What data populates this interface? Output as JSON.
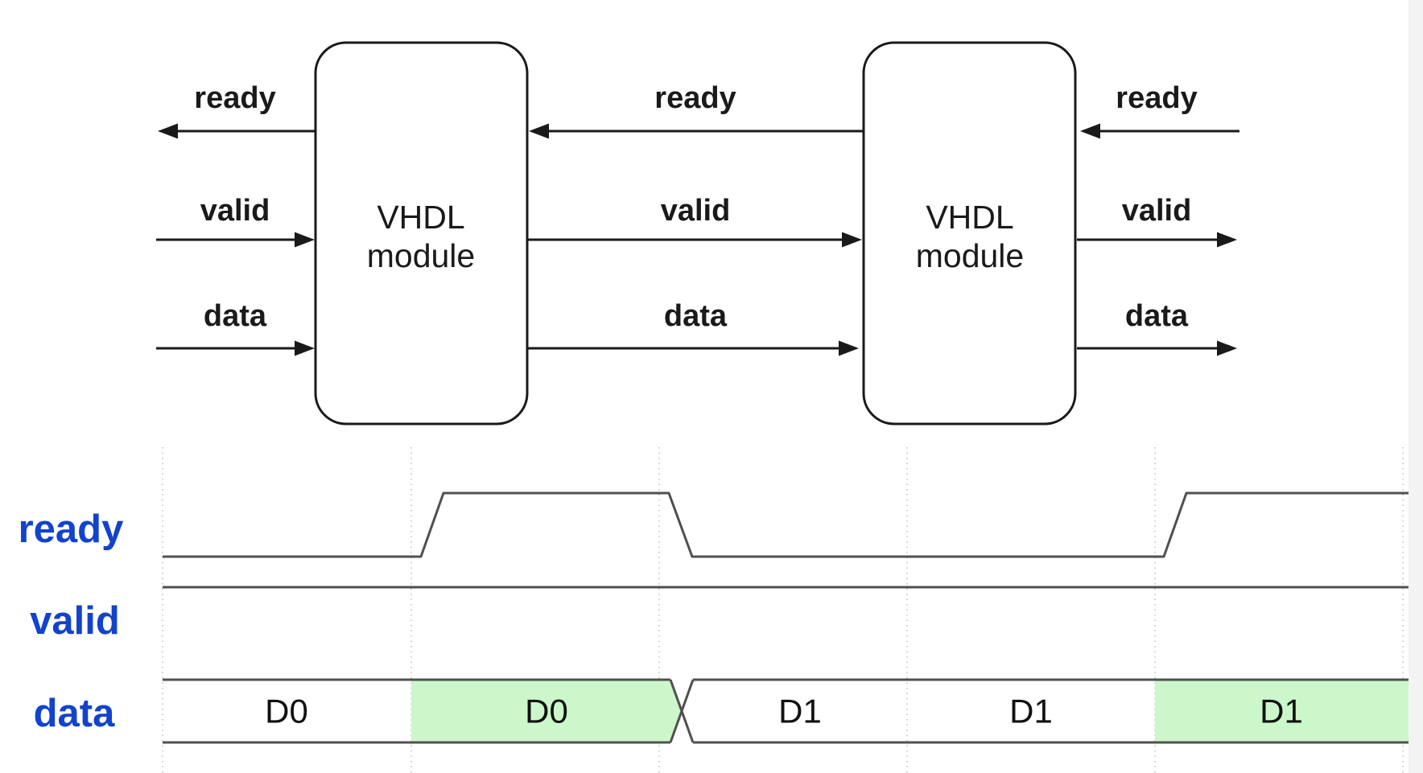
{
  "colors": {
    "background": "#ffffff",
    "right_gutter": "#f3f3f3",
    "diagram_stroke": "#1a1a1a",
    "waveform_stroke": "#505050",
    "gridline": "#c2c2c2",
    "highlight_green": "#ccf7cb",
    "label_blue": "#1243cd",
    "text_black": "#111111"
  },
  "block_diagram": {
    "module1": {
      "line1": "VHDL",
      "line2": "module"
    },
    "module2": {
      "line1": "VHDL",
      "line2": "module"
    },
    "left": {
      "ready": "ready",
      "valid": "valid",
      "data": "data"
    },
    "middle": {
      "ready": "ready",
      "valid": "valid",
      "data": "data"
    },
    "right": {
      "ready": "ready",
      "valid": "valid",
      "data": "data"
    },
    "arrow_directions": {
      "ready": "right-to-left",
      "valid": "left-to-right",
      "data": "left-to-right"
    }
  },
  "timing_diagram": {
    "rows": {
      "ready": "ready",
      "valid": "valid",
      "data": "data"
    },
    "cells": [
      {
        "label": "D0",
        "highlighted": false
      },
      {
        "label": "D0",
        "highlighted": true
      },
      {
        "label": "D1",
        "highlighted": false
      },
      {
        "label": "D1",
        "highlighted": false
      },
      {
        "label": "D1",
        "highlighted": true
      }
    ],
    "semantics": {
      "time_slots": 5,
      "ready_wave": [
        {
          "slot": 0,
          "level": "low"
        },
        {
          "slot": 1,
          "level": "high"
        },
        {
          "slot": 2,
          "level": "low"
        },
        {
          "slot": 3,
          "level": "low"
        },
        {
          "slot": 4,
          "level": "high"
        }
      ],
      "valid_wave": [
        {
          "slot": 0,
          "level": "high"
        },
        {
          "slot": 1,
          "level": "high"
        },
        {
          "slot": 2,
          "level": "high"
        },
        {
          "slot": 3,
          "level": "high"
        },
        {
          "slot": 4,
          "level": "high"
        }
      ],
      "data_transition_after_slot": 1
    }
  }
}
